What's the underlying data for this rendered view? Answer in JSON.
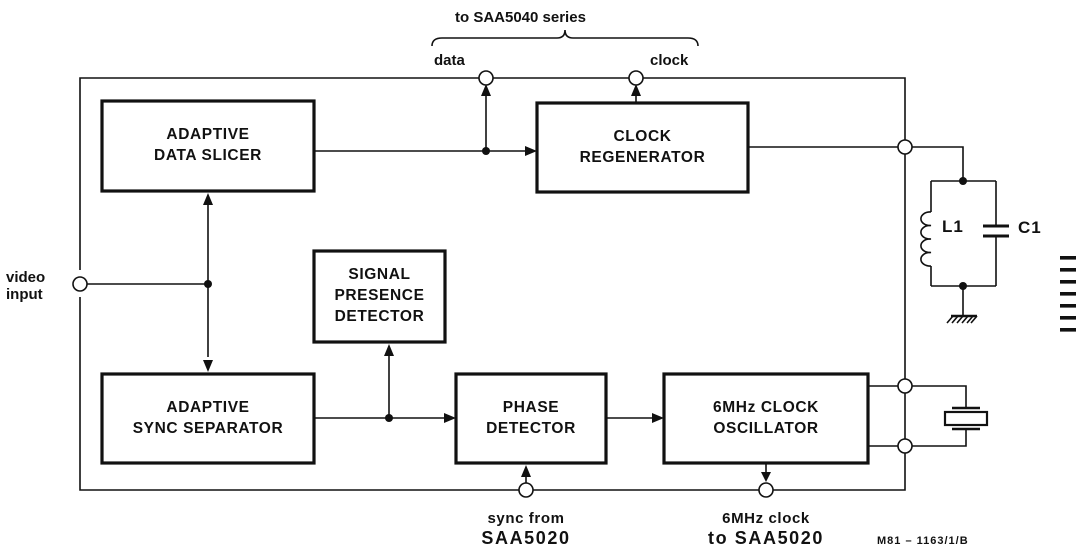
{
  "top_group_label": "to SAA5040 series",
  "outputs": {
    "data": "data",
    "clock": "clock"
  },
  "blocks": {
    "data_slicer": "ADAPTIVE\nDATA SLICER",
    "clock_regen": "CLOCK\nREGENERATOR",
    "signal_presence": "SIGNAL\nPRESENCE\nDETECTOR",
    "sync_separator": "ADAPTIVE\nSYNC SEPARATOR",
    "phase_detector": "PHASE\nDETECTOR",
    "oscillator": "6MHz CLOCK\nOSCILLATOR"
  },
  "inputs": {
    "video": "video\ninput"
  },
  "components": {
    "inductor": "L1",
    "capacitor": "C1"
  },
  "bottom": {
    "sync_from": "sync from",
    "sync_source": "SAA5020",
    "clock_6mhz": "6MHz clock",
    "clock_dest": "to SAA5020"
  },
  "figure_ref": "M81 – 1163/1/B"
}
